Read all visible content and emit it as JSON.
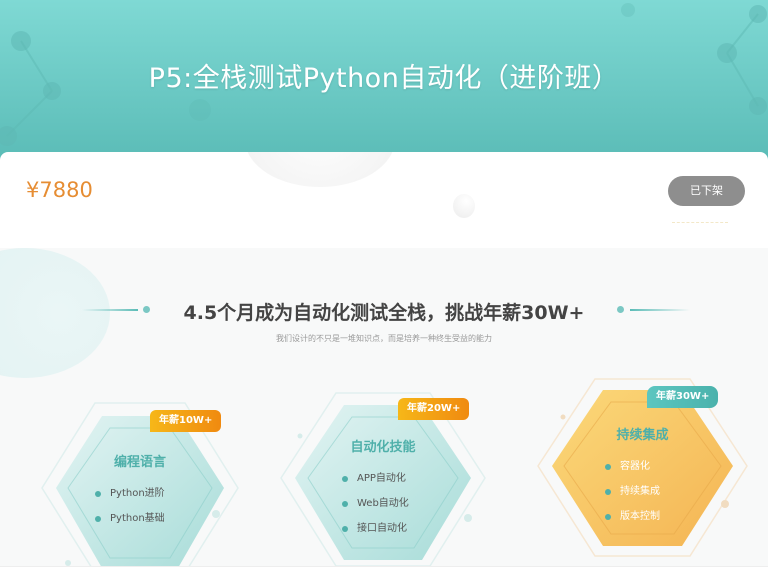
{
  "banner": {
    "title": "P5:全栈测试Python自动化（进阶班）",
    "background_color": "#6fcdc8"
  },
  "price_card": {
    "price": "¥7880",
    "price_color": "#e68d33",
    "status_button": "已下架",
    "status_button_color": "#8e8e8e"
  },
  "section": {
    "headline": "4.5个月成为自动化测试全栈，挑战年薪30W+",
    "subline": "我们设计的不只是一堆知识点，而是培养一种终生受益的能力",
    "accent_color": "#5bbcb7"
  },
  "cards": [
    {
      "title": "编程语言",
      "badge": "年薪10W+",
      "items": [
        "Python进阶",
        "Python基础"
      ]
    },
    {
      "title": "自动化技能",
      "badge": "年薪20W+",
      "items": [
        "APP自动化",
        "Web自动化",
        "接口自动化"
      ]
    },
    {
      "title": "持续集成",
      "badge": "年薪30W+",
      "items": [
        "容器化",
        "持续集成",
        "版本控制"
      ]
    }
  ]
}
